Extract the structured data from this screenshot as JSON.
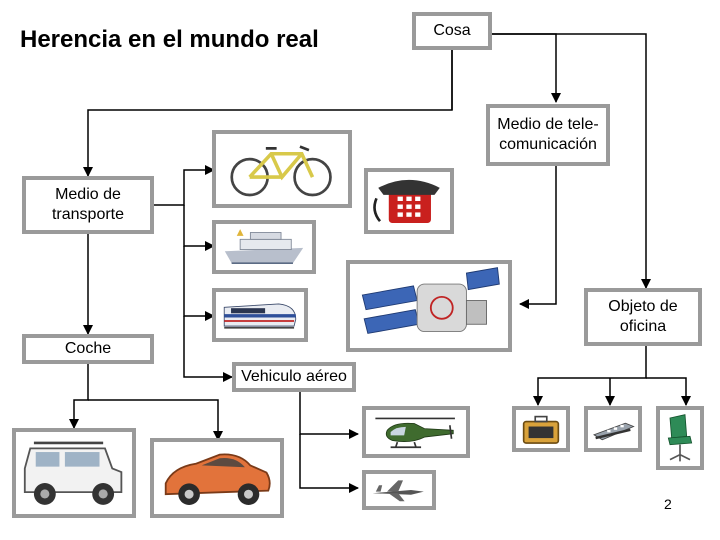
{
  "title": "Herencia en el mundo real",
  "nodes": {
    "cosa": "Cosa",
    "telecom": "Medio de tele-\ncomunicación",
    "transporte": "Medio de\ntransporte",
    "oficina": "Objeto de\noficina",
    "coche": "Coche",
    "aereo": "Vehiculo aéreo"
  },
  "images": [
    "bicycle-icon",
    "telephone-icon",
    "ship-icon",
    "satellite-icon",
    "train-icon",
    "jeep-icon",
    "sports-car-icon",
    "helicopter-icon",
    "jet-icon",
    "briefcase-icon",
    "stapler-icon",
    "office-chair-icon"
  ],
  "page_number": "2",
  "colors": {
    "box_border": "#9a9a9a",
    "line": "#000000"
  }
}
